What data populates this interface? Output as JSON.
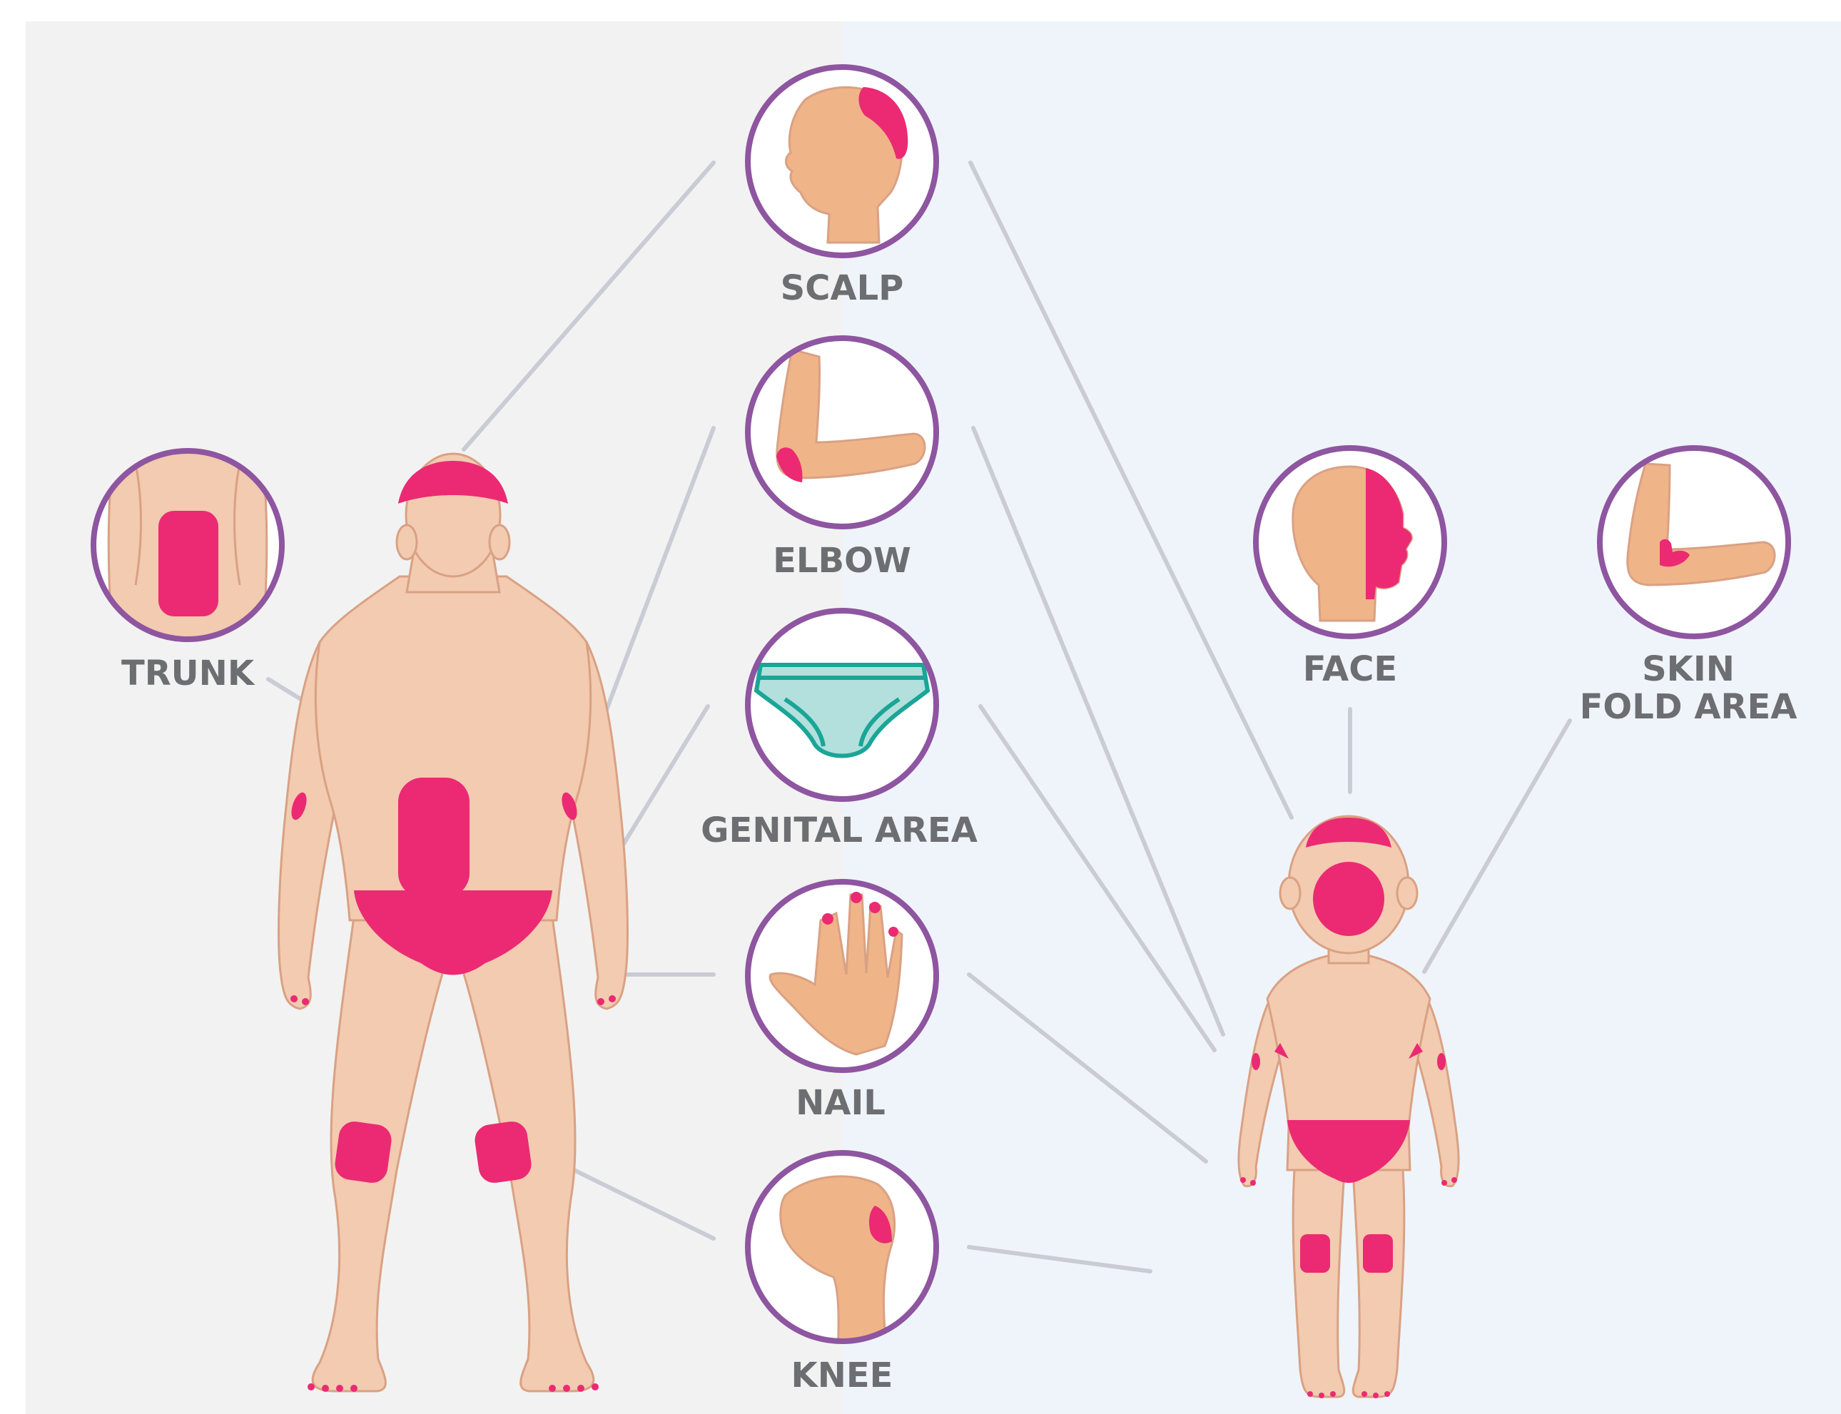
{
  "colors": {
    "left_bg": "#f2f2f2",
    "right_bg": "#eff4fb",
    "skin": "#f2cbb0",
    "skin_dark": "#f0b489",
    "skin_outline": "#d9a183",
    "highlight": "#eb2a73",
    "circle_border": "#8e55a0",
    "connector": "#c9ccd4",
    "label": "#6d6e71",
    "underwear_fill": "#b3e0dc",
    "underwear_line": "#1aa597"
  },
  "labels": {
    "scalp": "SCALP",
    "elbow": "ELBOW",
    "genital": "GENITAL AREA",
    "nail": "NAIL",
    "knee": "KNEE",
    "trunk": "TRUNK",
    "face": "FACE",
    "skin_fold_line1": "SKIN",
    "skin_fold_line2": "FOLD AREA"
  },
  "icons": {
    "scalp": "head-profile-icon",
    "elbow": "bent-arm-icon",
    "genital": "underwear-icon",
    "nail": "hand-icon",
    "knee": "knee-icon",
    "trunk": "torso-icon",
    "face": "face-profile-icon",
    "skin_fold": "elbow-crease-icon"
  }
}
